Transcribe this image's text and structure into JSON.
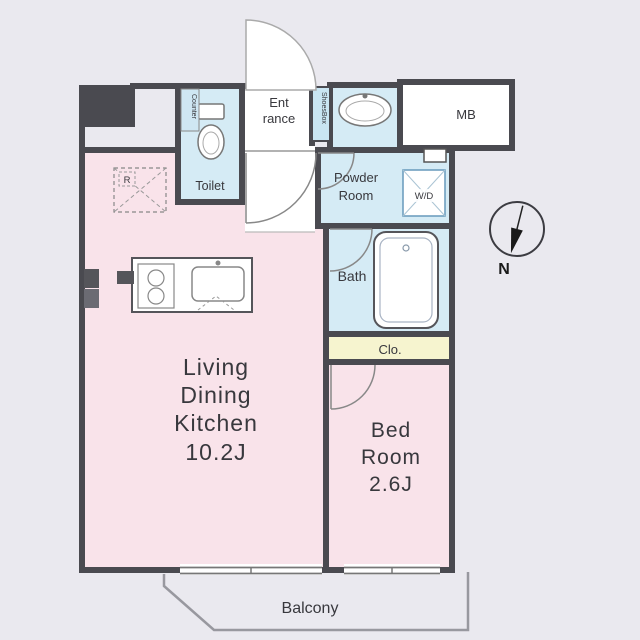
{
  "title": "Apartment floor plan",
  "colors": {
    "background": "#eae9ef",
    "wall": "#4a4a50",
    "room_pink": "#f9e3ea",
    "water_blue": "#d5ebf5",
    "closet_yellow": "#f6f4cf",
    "white": "#ffffff"
  },
  "rooms": {
    "ldk": {
      "lines": [
        "Living",
        "Dining",
        "Kitchen",
        "10.2J"
      ]
    },
    "bedroom": {
      "lines": [
        "Bed",
        "Room",
        "2.6J"
      ]
    },
    "bath": {
      "label": "Bath"
    },
    "powder_room": {
      "lines": [
        "Powder",
        "Room"
      ]
    },
    "toilet": {
      "label": "Toilet"
    },
    "entrance": {
      "lines": [
        "Ent",
        "rance"
      ]
    },
    "closet": {
      "label": "Clo."
    },
    "meter_box": {
      "label": "MB"
    },
    "balcony": {
      "label": "Balcony"
    },
    "washer_dryer": {
      "label": "W/D"
    },
    "shoes_box": {
      "label": "ShoesBox"
    },
    "counter": {
      "label": "Counter"
    },
    "refrigerator": {
      "label": "R"
    }
  },
  "compass": {
    "label": "N"
  }
}
